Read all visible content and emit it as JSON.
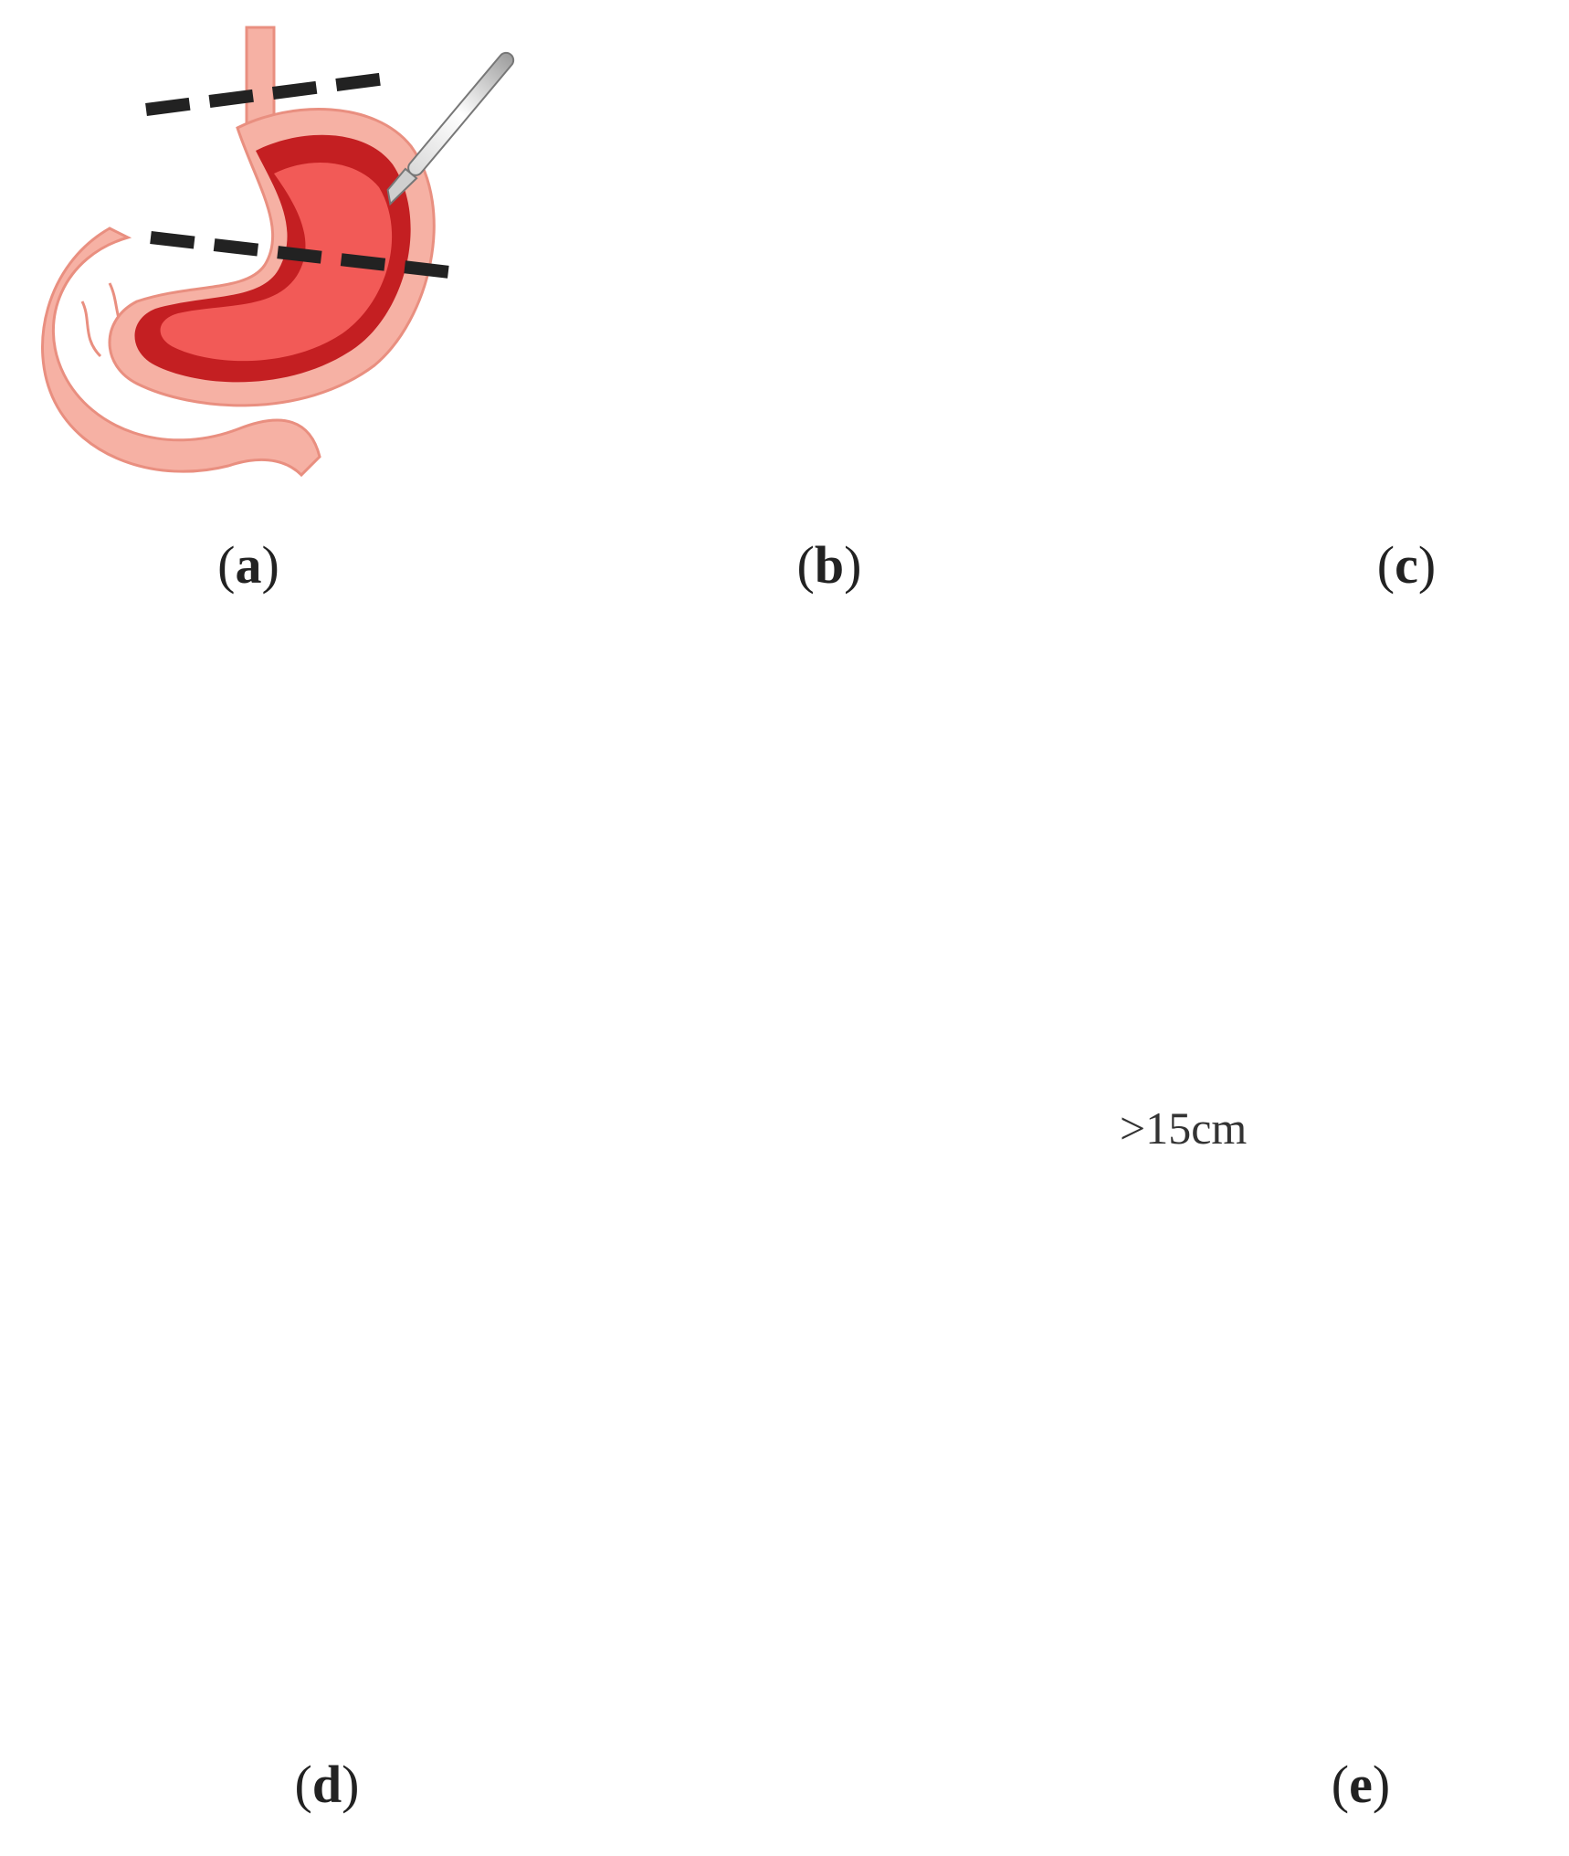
{
  "panels": [
    {
      "id": "a",
      "label": "(a)",
      "letter": "a"
    },
    {
      "id": "b",
      "label": "(b)",
      "letter": "b"
    },
    {
      "id": "c",
      "label": "(c)",
      "letter": "c"
    },
    {
      "id": "d",
      "label": "(d)",
      "letter": "d"
    },
    {
      "id": "e",
      "label": "(e)",
      "letter": "e",
      "annotation": ">15cm"
    }
  ],
  "colors": {
    "tissue": "#f6b1a4",
    "tissue_dark": "#e98f80",
    "stomach_outer": "#e8453f",
    "stomach_inner": "#c41f22",
    "stomach_lumen": "#f25a57",
    "cut_line": "#222222",
    "staple_line": "#6a2ee8",
    "bowel": "#f08a84"
  },
  "icons": [
    "scalpel-icon",
    "stapler-icon",
    "arrow-icon"
  ]
}
